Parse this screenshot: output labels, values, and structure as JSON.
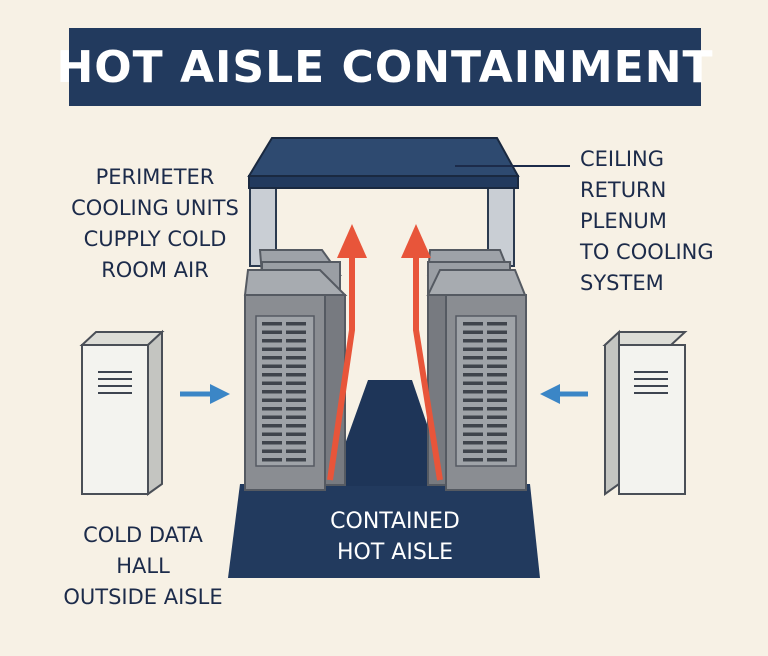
{
  "title": "HOT AISLE CONTAINMENT",
  "labels": {
    "perimeter": [
      "PERIMETER",
      "COOLING UNITS",
      "CUPPLY COLD",
      "ROOM AIR"
    ],
    "ceiling": [
      "CEILING",
      "RETURN",
      "PLENUM",
      "TO COOLING",
      "SYSTEM"
    ],
    "cold_hall": [
      "COLD DATA",
      "HALL",
      "OUTSIDE AISLE"
    ],
    "contained": [
      "CONTAINED",
      "HOT AISLE"
    ]
  },
  "colors": {
    "navy": "#223a5e",
    "background": "#f7f1e5",
    "rack_gray": "#8a8d92",
    "hot_arrow": "#e8553a",
    "cold_arrow": "#3b86c6",
    "cooling_unit": "#f3f3ef"
  }
}
